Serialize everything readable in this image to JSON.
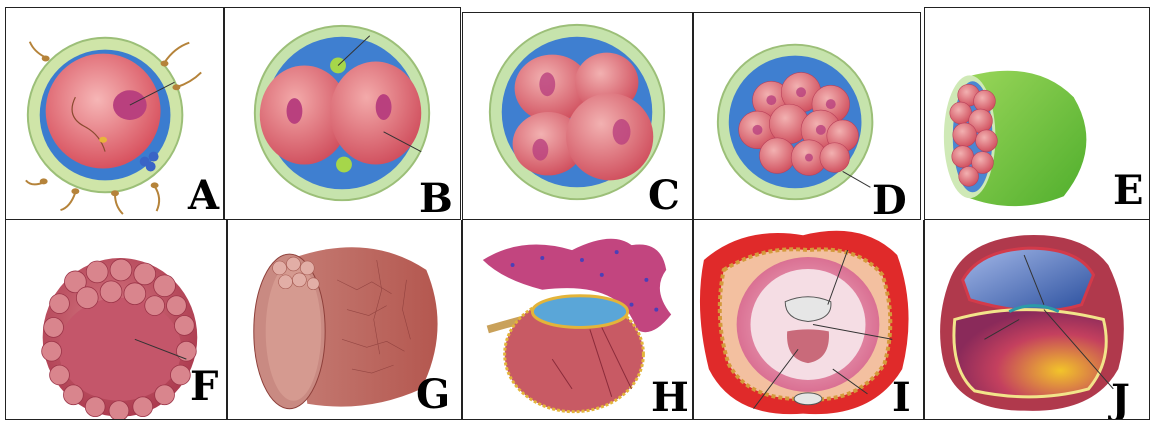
{
  "panels": [
    {
      "id": "A",
      "label": "A"
    },
    {
      "id": "B",
      "label": "B"
    },
    {
      "id": "C",
      "label": "C"
    },
    {
      "id": "D",
      "label": "D"
    },
    {
      "id": "E",
      "label": "E"
    },
    {
      "id": "F",
      "label": "F"
    },
    {
      "id": "G",
      "label": "G"
    },
    {
      "id": "H",
      "label": "H"
    },
    {
      "id": "I",
      "label": "I"
    },
    {
      "id": "J",
      "label": "J"
    }
  ],
  "colors": {
    "zona": "#bfe0a4",
    "zona_edge": "#8db870",
    "space": "#3f7fd0",
    "cell": "#d9636e",
    "cell_light": "#f0a6a8",
    "nucleus": "#b33a77",
    "polar_body": "#9acd32",
    "sperm": "#b5833a",
    "tissue": "#c94a5f",
    "membrane": "#e0b23a"
  }
}
